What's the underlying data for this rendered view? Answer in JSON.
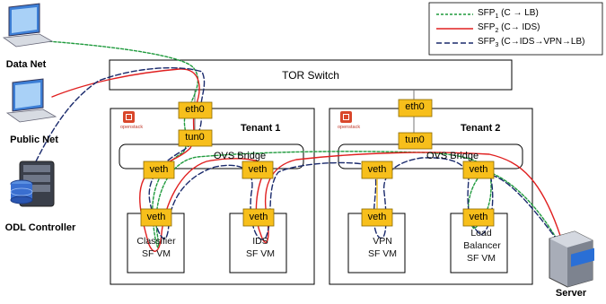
{
  "left_nodes": {
    "data_net": "Data Net",
    "public_net": "Public Net",
    "odl_controller": "ODL Controller"
  },
  "server": "Server",
  "tor_switch": "TOR Switch",
  "tenant1": {
    "title": "Tenant 1",
    "eth": "eth0",
    "tun": "tun0",
    "bridge": "OVS Bridge",
    "veth_a": "veth",
    "veth_b": "veth",
    "vm1_veth": "veth",
    "vm2_veth": "veth",
    "vm1_name": "Classifier",
    "vm1_sub": "SF VM",
    "vm2_name": "IDS",
    "vm2_sub": "SF VM",
    "logo": "openstack"
  },
  "tenant2": {
    "title": "Tenant 2",
    "eth": "eth0",
    "tun": "tun0",
    "bridge": "OVS Bridge",
    "veth_a": "veth",
    "veth_b": "veth",
    "vm1_veth": "veth",
    "vm2_veth": "veth",
    "vm1_name": "VPN",
    "vm1_sub": "SF VM",
    "vm2_name": "Load",
    "vm2_name2": "Balancer",
    "vm2_sub": "SF VM",
    "logo": "openstack"
  },
  "legend": [
    {
      "sub": "1",
      "text": "(C → LB)",
      "color": "#1e9a3c",
      "style": "dotted"
    },
    {
      "sub": "2",
      "text": "(C→ IDS)",
      "color": "#e02020",
      "style": "solid"
    },
    {
      "sub": "3",
      "text": "(C→IDS→VPN→LB)",
      "color": "#1a2a6c",
      "style": "dashed"
    }
  ],
  "legend_prefix": "SFP",
  "colors": {
    "iface_fill": "#f7bf1b",
    "iface_stroke": "#8a6a00",
    "sfp1": "#1e9a3c",
    "sfp2": "#e02020",
    "sfp3": "#1a2a6c"
  }
}
